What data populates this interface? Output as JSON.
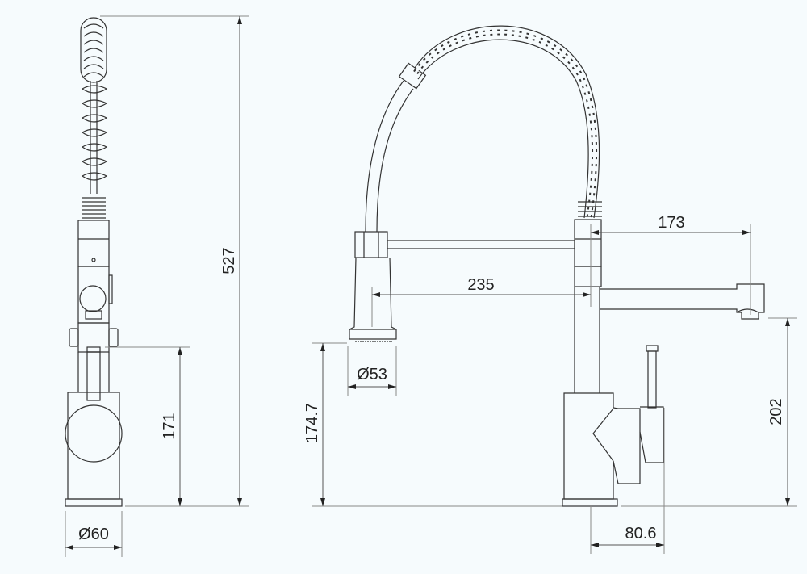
{
  "drawing": {
    "title": "Pull-down spring kitchen faucet technical drawing",
    "background": "#f6fbfd",
    "line_color": "#222222",
    "dim_line_color": "#888888",
    "views": [
      {
        "name": "side-view",
        "description": "Side view of faucet with spring coil"
      },
      {
        "name": "front-view",
        "description": "Front view with sprayer arm and spout"
      }
    ],
    "dimensions": {
      "total_height": "527",
      "handle_height": "171",
      "base_diameter": "Ø60",
      "spout_reach": "173",
      "sprayer_reach": "235",
      "sprayer_diameter": "Ø53",
      "sprayer_height": "174.7",
      "spout_height": "202",
      "handle_offset": "80.6"
    }
  }
}
